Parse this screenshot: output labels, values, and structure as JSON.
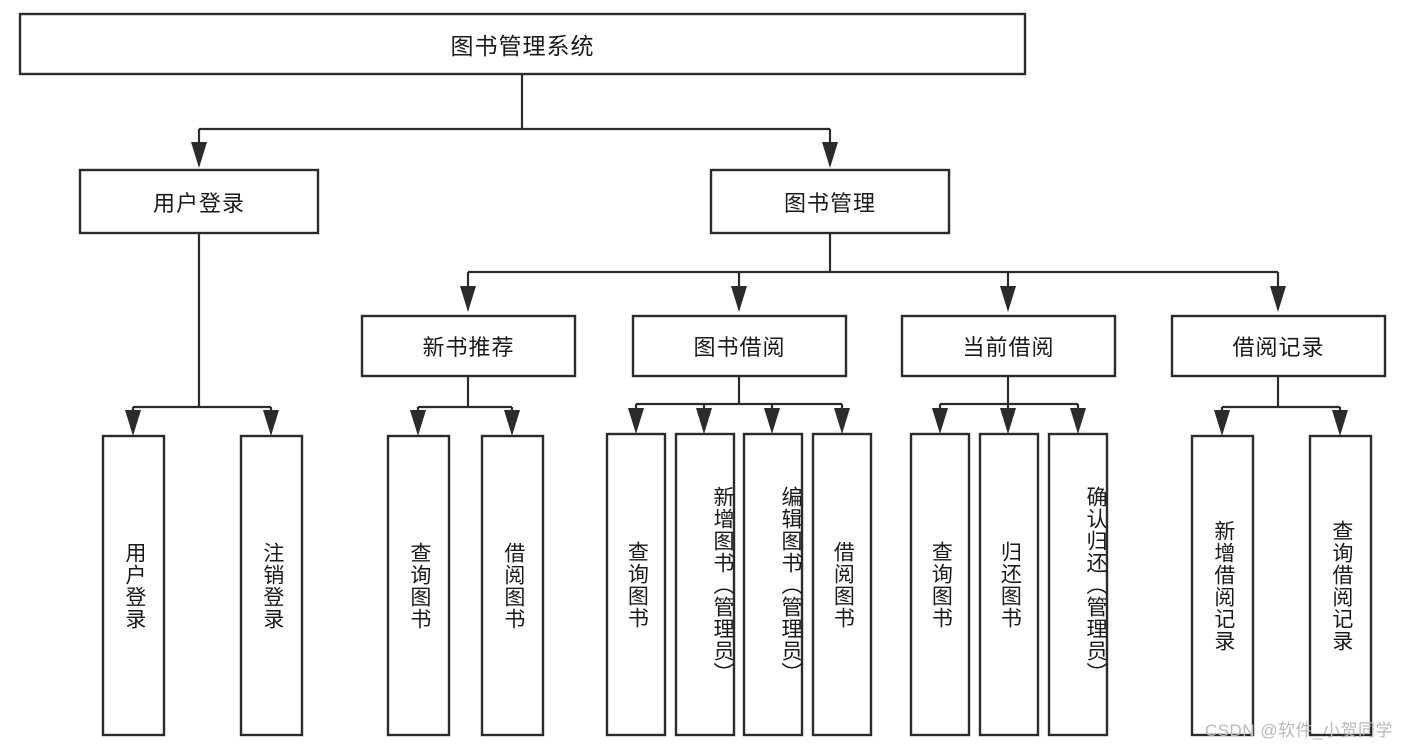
{
  "diagram": {
    "type": "tree",
    "title": "图书管理系统",
    "watermark": "CSDN @软件_小贺同学",
    "colors": {
      "stroke": "#2b2b2b",
      "fill": "#ffffff",
      "text": "#1a1a1a",
      "watermark": "#b9b9b9"
    },
    "root": {
      "label": "图书管理系统"
    },
    "level1": [
      {
        "label": "用户登录"
      },
      {
        "label": "图书管理"
      }
    ],
    "level2": [
      {
        "label": "新书推荐"
      },
      {
        "label": "图书借阅"
      },
      {
        "label": "当前借阅"
      },
      {
        "label": "借阅记录"
      }
    ],
    "leaves": {
      "user_login": [
        {
          "label": "用户登录"
        },
        {
          "label": "注销登录"
        }
      ],
      "new_book_recommend": [
        {
          "label": "查询图书"
        },
        {
          "label": "借阅图书"
        }
      ],
      "book_borrow": [
        {
          "label": "查询图书"
        },
        {
          "label": "新增图书（管理员）"
        },
        {
          "label": "编辑图书（管理员）"
        },
        {
          "label": "借阅图书"
        }
      ],
      "current_borrow": [
        {
          "label": "查询图书"
        },
        {
          "label": "归还图书"
        },
        {
          "label": "确认归还（管理员）"
        }
      ],
      "borrow_record": [
        {
          "label": "新增借阅记录"
        },
        {
          "label": "查询借阅记录"
        }
      ]
    }
  }
}
